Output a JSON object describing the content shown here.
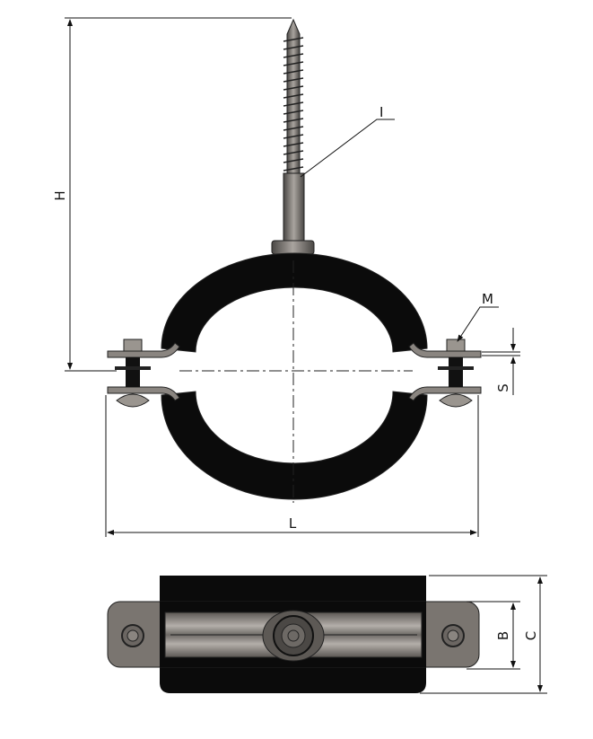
{
  "labels": {
    "H": "H",
    "I": "I",
    "M": "M",
    "S": "S",
    "L": "L",
    "B": "B",
    "C": "C"
  },
  "colors": {
    "rubber": "#0b0b0b",
    "steel": "#8a8580",
    "steel_dark": "#4d4a47",
    "line": "#111111"
  }
}
